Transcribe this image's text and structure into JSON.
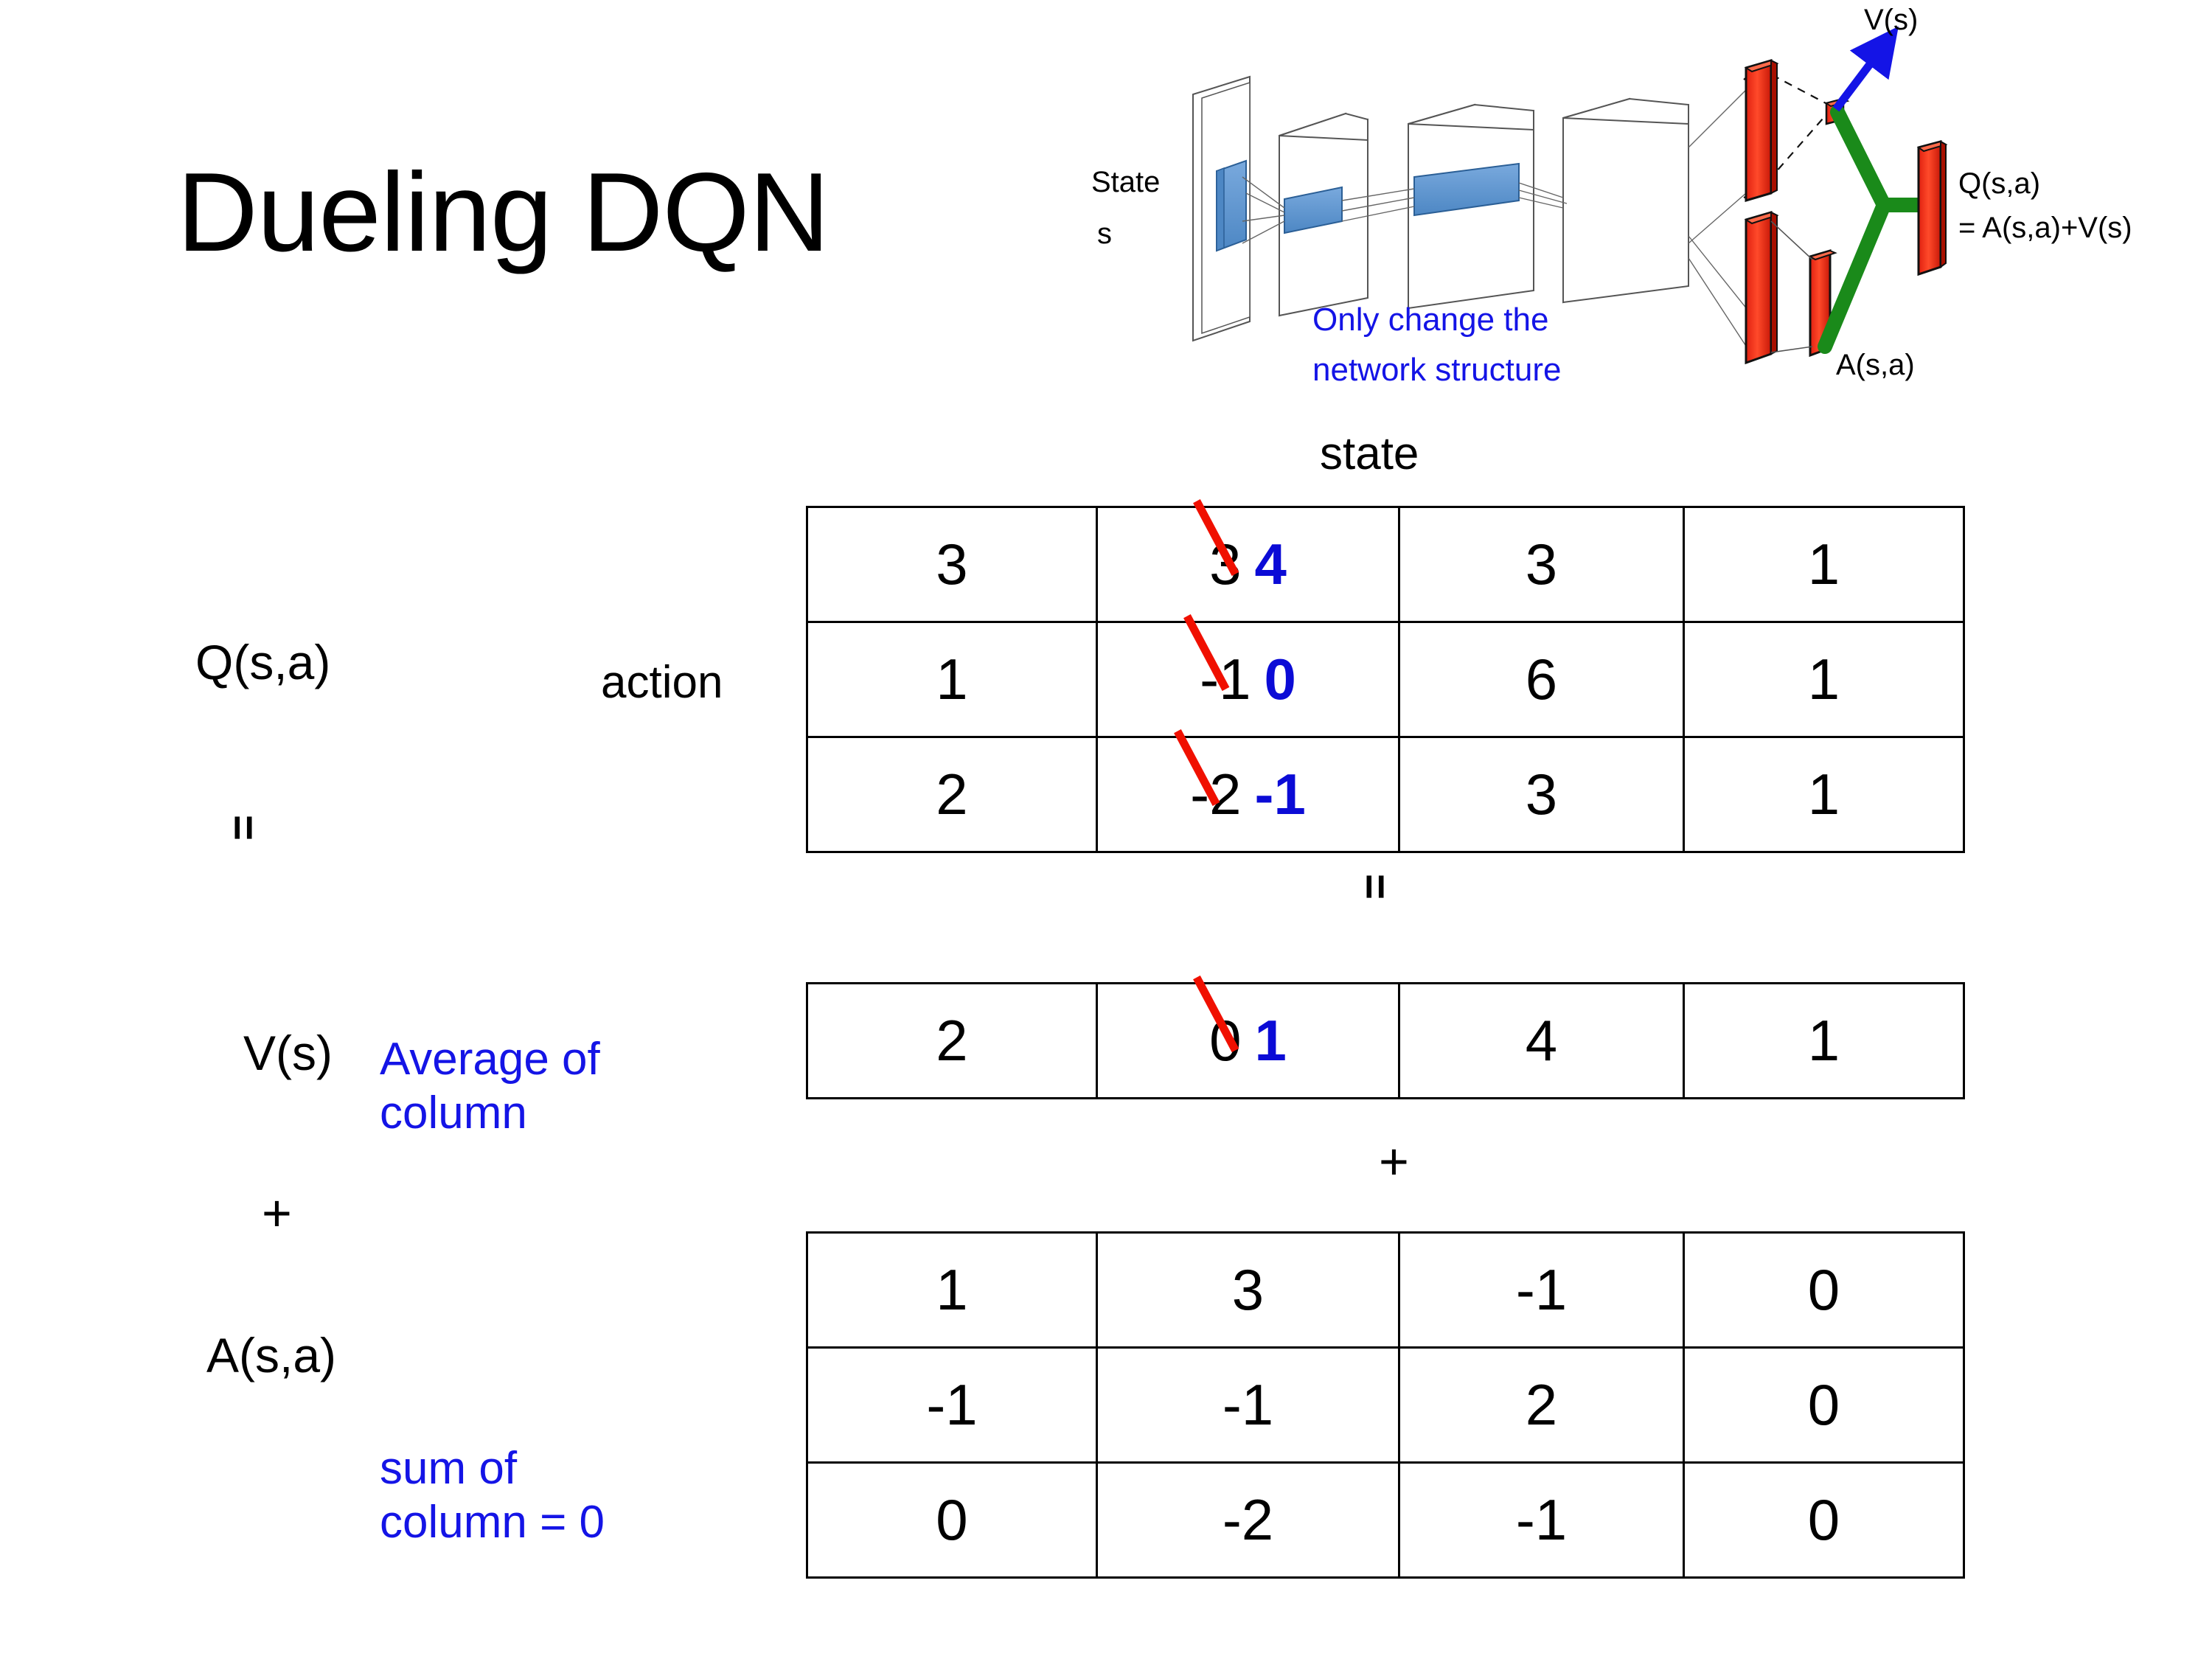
{
  "title": "Dueling DQN",
  "diagram": {
    "state_label_line1": "State",
    "state_label_line2": "s",
    "note_line1": "Only change the",
    "note_line2": "network structure",
    "v_label": "V(s)",
    "a_label": "A(s,a)",
    "q_label_line1": "Q(s,a)",
    "q_label_line2": "= A(s,a)+V(s)",
    "colors": {
      "note": "#1414e6",
      "arrow": "#1414e6",
      "bar": "#f03020",
      "link": "#1a8a1a",
      "input": "#5b9bd5"
    }
  },
  "labels": {
    "state": "state",
    "action": "action",
    "q": "Q(s,a)",
    "v": "V(s)",
    "a": "A(s,a)",
    "equals_left": "=",
    "equals_mid": "=",
    "plus_left": "+",
    "plus_mid": "+",
    "note_avg_line1": "Average of",
    "note_avg_line2": "column",
    "note_sum_line1": "sum of",
    "note_sum_line2": "column = 0"
  },
  "colors": {
    "edit_new": "#0b0bd6",
    "strike": "#f01000",
    "note": "#1414e6"
  },
  "chart_data": {
    "type": "table",
    "title": "Dueling DQN value decomposition: Q(s,a) = V(s) + A(s,a)",
    "tables": [
      {
        "name": "Q(s,a)",
        "rows_axis": "action",
        "cols_axis": "state",
        "values": [
          [
            "3",
            "3",
            "3",
            "1"
          ],
          [
            "1",
            "-1",
            "6",
            "1"
          ],
          [
            "2",
            "-2",
            "3",
            "1"
          ]
        ],
        "edits": [
          {
            "row": 0,
            "col": 1,
            "old": "3",
            "new": "4"
          },
          {
            "row": 1,
            "col": 1,
            "old": "-1",
            "new": "0"
          },
          {
            "row": 2,
            "col": 1,
            "old": "-2",
            "new": "-1"
          }
        ]
      },
      {
        "name": "V(s)",
        "note": "Average of column",
        "values": [
          [
            "2",
            "0",
            "4",
            "1"
          ]
        ],
        "edits": [
          {
            "row": 0,
            "col": 1,
            "old": "0",
            "new": "1"
          }
        ]
      },
      {
        "name": "A(s,a)",
        "note": "sum of column = 0",
        "values": [
          [
            "1",
            "3",
            "-1",
            "0"
          ],
          [
            "-1",
            "-1",
            "2",
            "0"
          ],
          [
            "0",
            "-2",
            "-1",
            "0"
          ]
        ],
        "edits": []
      }
    ]
  }
}
